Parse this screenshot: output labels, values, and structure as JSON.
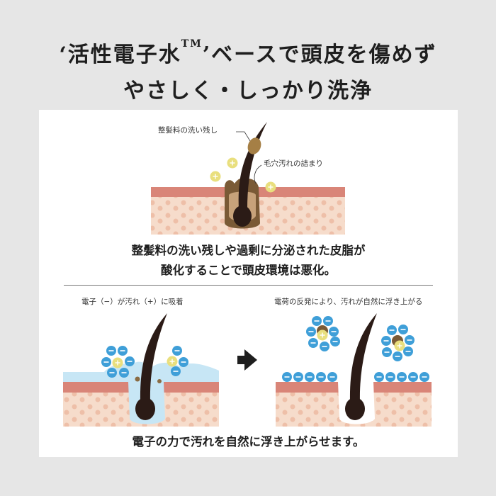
{
  "headline": {
    "line1_part1": "‘活性電子水",
    "line1_tm": "TM",
    "line1_part2": "’ベースで頭皮を傷めず",
    "line2": "やさしく・しっかり洗浄"
  },
  "top_diagram": {
    "label_residue": "整髪料の洗い残し",
    "label_pore": "毛穴汚れの詰まり",
    "caption_line1": "整髪料の洗い残しや過剰に分泌された皮脂が",
    "caption_line2": "酸化することで頭皮環境は悪化。"
  },
  "bottom_diagram": {
    "left_label": "電子（−）が汚れ（+）に吸着",
    "right_label": "電荷の反発により、汚れが自然に浮き上がる",
    "caption": "電子の力で汚れを自然に浮き上がらせます。"
  },
  "colors": {
    "background": "#e6e6e6",
    "card": "#ffffff",
    "skin": "#f6dccb",
    "skin_band": "#d98578",
    "electron": "#3f9fd8",
    "dirt": "#e9df7e",
    "water": "#c7e6f5",
    "hair": "#2b1b16"
  },
  "icons": {
    "arrow": "right-arrow-icon",
    "electron": "minus-circle-icon",
    "dirt": "plus-circle-icon"
  }
}
